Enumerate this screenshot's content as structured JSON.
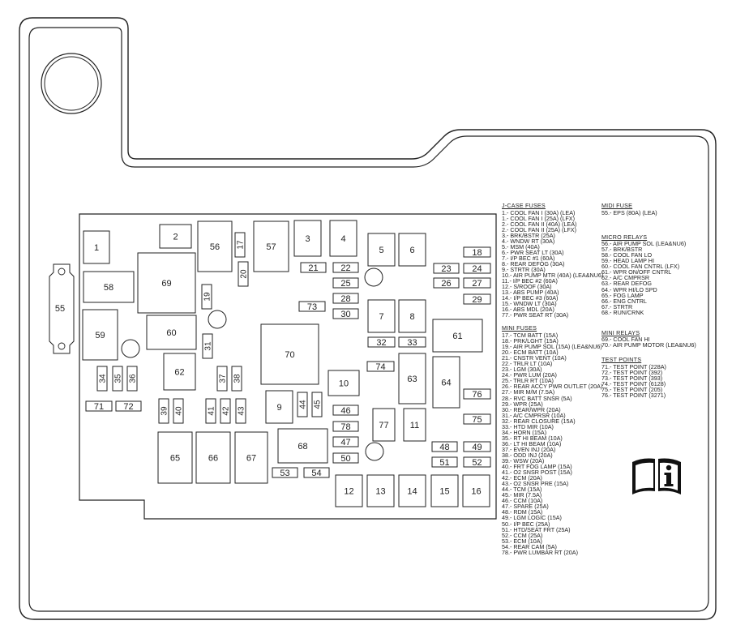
{
  "fuses": {
    "1": "1",
    "2": "2",
    "3": "3",
    "4": "4",
    "5": "5",
    "6": "6",
    "7": "7",
    "8": "8",
    "9": "9",
    "10": "10",
    "11": "11",
    "12": "12",
    "13": "13",
    "14": "14",
    "15": "15",
    "16": "16",
    "17": "17",
    "18": "18",
    "19": "19",
    "20": "20",
    "21": "21",
    "22": "22",
    "23": "23",
    "24": "24",
    "25": "25",
    "26": "26",
    "27": "27",
    "28": "28",
    "29": "29",
    "30": "30",
    "31": "31",
    "32": "32",
    "33": "33",
    "34": "34",
    "35": "35",
    "36": "36",
    "37": "37",
    "38": "38",
    "39": "39",
    "40": "40",
    "41": "41",
    "42": "42",
    "43": "43",
    "44": "44",
    "45": "45",
    "46": "46",
    "47": "47",
    "48": "48",
    "49": "49",
    "50": "50",
    "51": "51",
    "52": "52",
    "53": "53",
    "54": "54",
    "55": "55",
    "56": "56",
    "57": "57",
    "58": "58",
    "59": "59",
    "60": "60",
    "61": "61",
    "62": "62",
    "63": "63",
    "64": "64",
    "65": "65",
    "66": "66",
    "67": "67",
    "68": "68",
    "69": "69",
    "70": "70",
    "71": "71",
    "72": "72",
    "73": "73",
    "74": "74",
    "75": "75",
    "76": "76",
    "77": "77",
    "78": "78"
  },
  "legend": {
    "jcase": {
      "heading": "J-CASE FUSES",
      "items": [
        "1.- COOL FAN I (30A) (LEA)",
        "1.- COOL FAN I (25A) (LFX)",
        "2.- COOL FAN II (40A) (LEA)",
        "2.- COOL FAN II (25A) (LFX)",
        "3.- BRK/BSTR (25A)",
        "4.- WNDW RT (30A)",
        "5.- MSM (40A)",
        "6.- PWR SEAT LT (30A)",
        "7.- I/P BEC #1 (60A)",
        "8.- REAR DEFOG (30A)",
        "9.- STRTR (30A)",
        "10.- AIR PUMP MTR (40A) (LEA&NU6)",
        "11.- I/P BEC #2 (60A)",
        "12.- S/ROOF (30A)",
        "13.- ABS PUMP (40A)",
        "14.- I/P BEC #3 (60A)",
        "15.- WNDW LT (30A)",
        "16.- ABS MDL (20A)",
        "77.- PWR SEAT RT (30A)"
      ]
    },
    "mini_fuses": {
      "heading": "MINI FUSES",
      "items": [
        "17.- TCM BATT (15A)",
        "18.- PRK/LGHT (15A)",
        "19.- AIR PUMP SOL (15A) (LEA&NU6)",
        "20.- ECM BATT (10A)",
        "21.- CNSTR VENT (10A)",
        "22.- TRLR LT (10A)",
        "23.- LGM (30A)",
        "24.- PWR LUM (20A)",
        "25.- TRLR RT (10A)",
        "26.- REAR ACCY PWR OUTLET (20A)",
        "27.- MIR M/M (7.5A)",
        "28.- RVC BATT SNSR (5A)",
        "29.- WPR (25A)",
        "30.- REAR/WPR (20A)",
        "31.- A/C CMPRSR (10A)",
        "32.- REAR CLOSURE (15A)",
        "33.- HTD MIR (10A)",
        "34.- HORN (15A)",
        "35.- RT HI BEAM (10A)",
        "36.- LT HI BEAM (10A)",
        "37.- EVEN INJ (20A)",
        "38.- ODD INJ (20A)",
        "39.- WSW (20A)",
        "40.- FRT FOG LAMP (15A)",
        "41.- O2 SNSR POST (15A)",
        "42.- ECM (20A)",
        "43.- O2 SNSR PRE (15A)",
        "44.- TCM (15A)",
        "45.- MIR (7.5A)",
        "46.- CCM (10A)",
        "47.- SPARE (25A)",
        "48.- RDM (15A)",
        "49.- LGM LOGIC (15A)",
        "50.- I/P BEC (25A)",
        "51.- HTD/SEAT FRT (25A)",
        "52.- CCM (25A)",
        "53.- ECM (10A)",
        "54.- REAR CAM (5A)",
        "78.- PWR LUMBAR RT (20A)"
      ]
    },
    "midi_fuse": {
      "heading": "MIDI FUSE",
      "items": [
        "55.- EPS (80A) (LEA)"
      ]
    },
    "micro_relays": {
      "heading": "MICRO RELAYS",
      "items": [
        "56.- AIR PUMP SOL (LEA&NU6)",
        "57.- BRK/BSTR",
        "58.- COOL FAN LO",
        "59.- HEAD LAMP HI",
        "60.- COOL FAN CNTRL (LFX)",
        "61.- WPR ON/OFF CNTRL",
        "62.- A/C CMPRSR",
        "63.- REAR DEFOG",
        "64.- WPR HI/LO SPD",
        "65.- FOG LAMP",
        "66.- ENG CNTRL",
        "67.- STRTR",
        "68.- RUN/CRNK"
      ]
    },
    "mini_relays": {
      "heading": "MINI RELAYS",
      "items": [
        "69.- COOL FAN HI",
        "70.- AIR PUMP MOTOR (LEA&NU6)"
      ]
    },
    "test_points": {
      "heading": "TEST POINTS",
      "items": [
        "71.- TEST POINT (228A)",
        "72.- TEST POINT (392)",
        "73.- TEST POINT (393)",
        "74.- TEST POINT (6128)",
        "75.- TEST POINT (205)",
        "76.- TEST POINT (3271)"
      ]
    }
  },
  "icons": {
    "manual": "owner-manual-info-icon"
  }
}
